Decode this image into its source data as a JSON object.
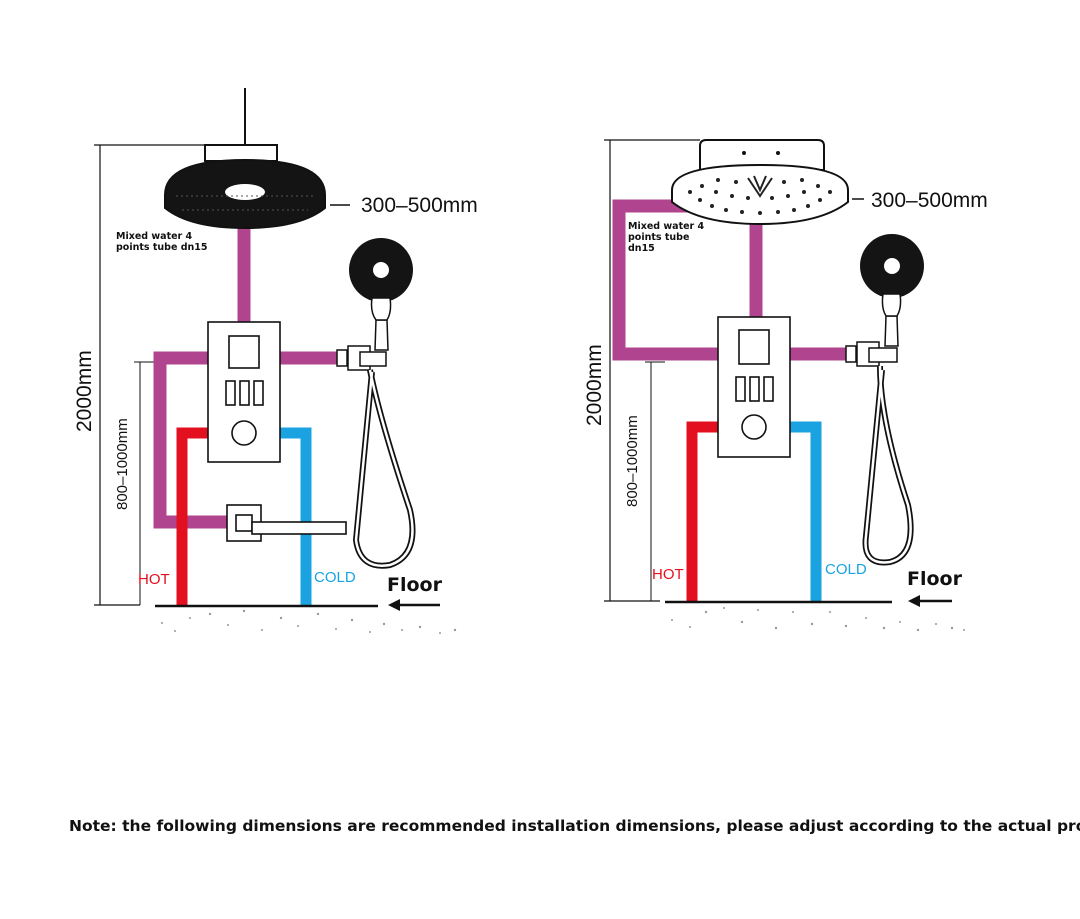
{
  "colors": {
    "mixed": "#b0448e",
    "hot": "#e3101f",
    "cold": "#1aa3e0",
    "line": "#111111"
  },
  "icons": [
    "rain-showerhead-icon",
    "hand-shower-icon",
    "thermostatic-valve-icon",
    "diverter-icon",
    "floor-arrow-icon"
  ],
  "left": {
    "height": "2000mm",
    "valve_height": "800–1000mm",
    "head_size": "300–500mm",
    "tube_note_1": "Mixed water 4",
    "tube_note_2": "points tube dn15",
    "hot": "HOT",
    "cold": "COLD",
    "floor": "Floor"
  },
  "right": {
    "height": "2000mm",
    "valve_height": "800–1000mm",
    "head_size": "300–500mm",
    "tube_note_1": "Mixed water 4",
    "tube_note_2": "points tube",
    "tube_note_3": "dn15",
    "hot": "HOT",
    "cold": "COLD",
    "floor": "Floor"
  },
  "note": "Note: the following dimensions are recommended installation dimensions, please adjust according to the actual product"
}
